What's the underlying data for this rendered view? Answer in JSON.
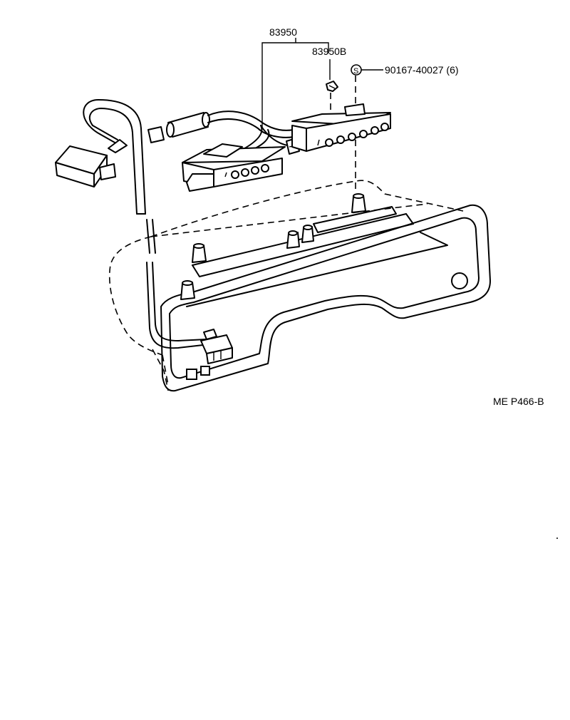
{
  "labels": {
    "part_main": "83950",
    "part_sub": "83950B",
    "screw_symbol": "S",
    "screw_part": "90167-40027 (6)",
    "figure_code": "ME P466-B"
  }
}
